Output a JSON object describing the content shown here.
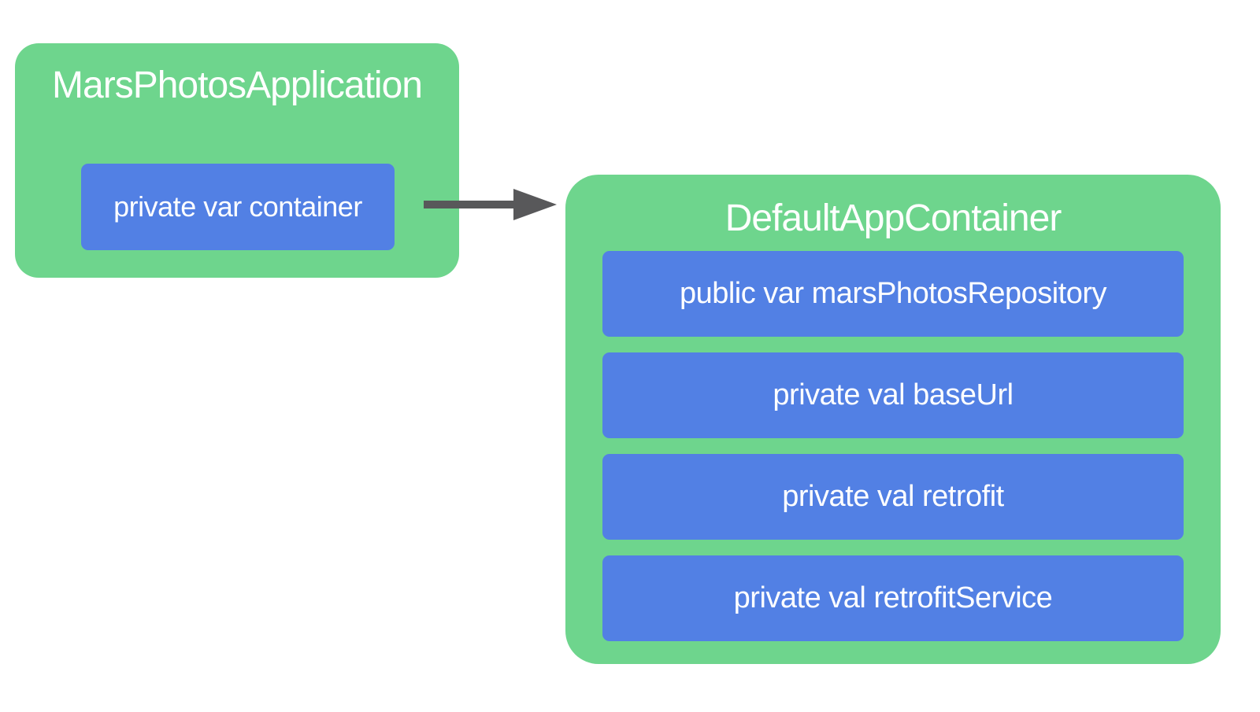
{
  "colors": {
    "background": "#ffffff",
    "green": "#6ed58d",
    "blue": "#5280e4",
    "arrow": "#58585a",
    "text": "#ffffff"
  },
  "diagram": {
    "application": {
      "title": "MarsPhotosApplication",
      "members": [
        {
          "label": "private var container"
        }
      ]
    },
    "arrow": {
      "icon": "arrow-right"
    },
    "container": {
      "title": "DefaultAppContainer",
      "members": [
        {
          "label": "public var marsPhotosRepository"
        },
        {
          "label": "private val baseUrl"
        },
        {
          "label": "private val retrofit"
        },
        {
          "label": "private val retrofitService"
        }
      ]
    }
  }
}
